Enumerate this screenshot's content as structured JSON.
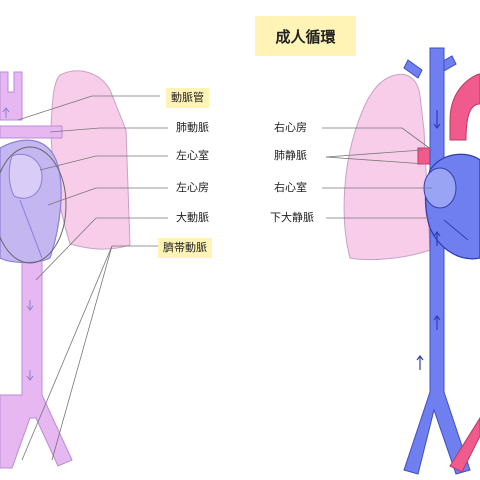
{
  "title": "成人循環",
  "colors": {
    "fetal_vessel": "#e6b7f0",
    "fetal_dark": "#b88cd6",
    "lung": "#f7cdea",
    "lung_stroke": "#c9a2c3",
    "vein_blue": "#6f7ff0",
    "artery_red": "#f05a8c",
    "highlight": "#fff3b5"
  },
  "labels": {
    "ductus_arteriosus": "動脈管",
    "pulmonary_artery": "肺動脈",
    "left_ventricle": "左心室",
    "left_atrium": "左心房",
    "aorta": "大動脈",
    "umbilical_artery": "臍帯動脈",
    "right_atrium": "右心房",
    "pulmonary_vein": "肺静脈",
    "right_ventricle": "右心室",
    "inferior_vena_cava": "下大静脈"
  }
}
